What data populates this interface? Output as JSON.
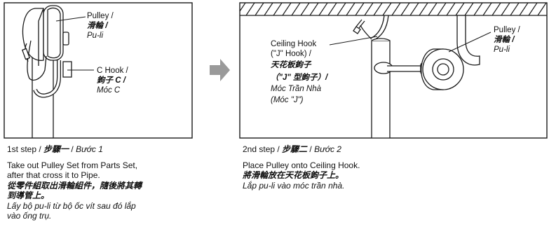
{
  "step1": {
    "pulley_label": [
      "Pulley /",
      "滑輪 /",
      "Pu-li"
    ],
    "hook_label": [
      "C Hook /",
      "鉤子 C /",
      "Móc C"
    ],
    "caption": {
      "step_en": "1st step / ",
      "step_zh": "步驟一",
      "step_sep": " / ",
      "step_vi": "Bước 1",
      "instr_en_1": "Take out Pulley Set from Parts Set,",
      "instr_en_2": "after that cross it to Pipe.",
      "instr_zh_1": "從零件組取出滑輪組件，隨後將其轉",
      "instr_zh_2": "到導管上。",
      "instr_vi_1": "Lấy bộ pu-li từ bộ ốc vít sau đó lắp",
      "instr_vi_2": "vào ống trụ."
    }
  },
  "step2": {
    "ceiling_hook_label": [
      "Ceiling Hook",
      "(\"J\" Hook) /",
      "天花板鉤子",
      "（\"J\" 型鉤子）/",
      "Móc Trần Nhà",
      "(Móc \"J\")"
    ],
    "pulley_label": [
      "Pulley /",
      "滑輪 /",
      "Pu-li"
    ],
    "caption": {
      "step_en": "2nd step / ",
      "step_zh": "步驟二",
      "step_sep": " / ",
      "step_vi": "Bước 2",
      "instr_en": "Place Pulley onto Ceiling Hook.",
      "instr_zh": "將滑輪放在天花板鉤子上。",
      "instr_vi": "Lắp pu-li vào móc trần nhà."
    }
  },
  "colors": {
    "arrow": "#9a9a9a",
    "line": "#1a1a1a",
    "hatch": "#1a1a1a"
  }
}
